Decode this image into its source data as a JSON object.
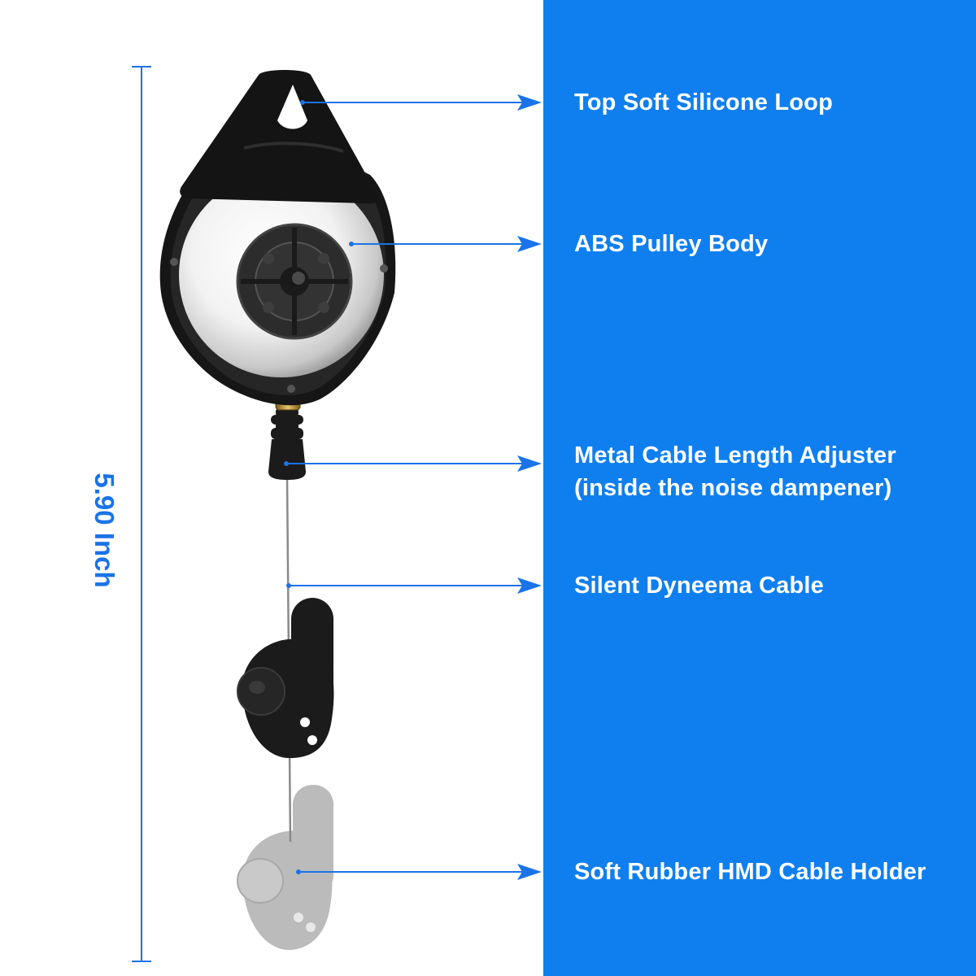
{
  "colors": {
    "panel_blue": "#0f7ff0",
    "arrow_blue": "#1a73e8",
    "product_black": "#1b1b1b",
    "ghost_gray": "#b4b4b4"
  },
  "dimension": {
    "label": "5.90 Inch"
  },
  "callouts": [
    {
      "name": "top-loop",
      "lines": [
        "Top Soft Silicone Loop"
      ]
    },
    {
      "name": "pulley-body",
      "lines": [
        "ABS Pulley Body"
      ]
    },
    {
      "name": "length-adjuster",
      "lines": [
        "Metal Cable Length Adjuster",
        "(inside the noise dampener)"
      ]
    },
    {
      "name": "dyneema-cable",
      "lines": [
        "Silent Dyneema Cable"
      ]
    },
    {
      "name": "hmd-cable-holder",
      "lines": [
        "Soft Rubber HMD Cable Holder"
      ]
    }
  ]
}
